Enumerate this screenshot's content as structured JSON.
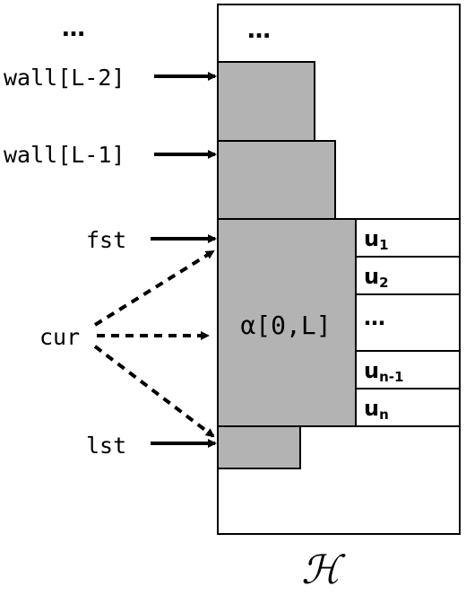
{
  "labels": {
    "ellipsis_left": "…",
    "ellipsis_heap": "…",
    "wall_l2": "wall[L-2]",
    "wall_l1": "wall[L-1]",
    "fst": "fst",
    "cur": "cur",
    "lst": "lst",
    "alpha": "α[0,L]",
    "heap_symbol": "ℋ"
  },
  "u_cells": [
    {
      "base": "u",
      "sub": "1"
    },
    {
      "base": "u",
      "sub": "2"
    },
    {
      "base": "…",
      "sub": ""
    },
    {
      "base": "u",
      "sub": "n-1"
    },
    {
      "base": "u",
      "sub": "n"
    }
  ],
  "colors": {
    "block_fill": "#b3b3b3",
    "stroke": "#000000",
    "background": "#ffffff"
  }
}
